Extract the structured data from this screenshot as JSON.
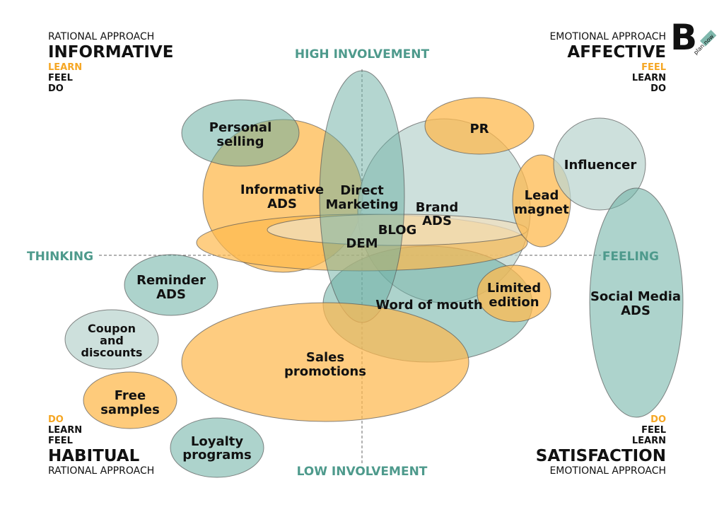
{
  "corners": {
    "top_left": {
      "approach": "RATIONAL APPROACH",
      "title": "INFORMATIVE",
      "steps": [
        "LEARN",
        "FEEL",
        "DO"
      ]
    },
    "top_right": {
      "approach": "EMOTIONAL APPROACH",
      "title": "AFFECTIVE",
      "steps": [
        "FEEL",
        "LEARN",
        "DO"
      ]
    },
    "bottom_left": {
      "approach": "RATIONAL APPROACH",
      "title": "HABITUAL",
      "steps": [
        "DO",
        "LEARN",
        "FEEL"
      ]
    },
    "bottom_right": {
      "approach": "EMOTIONAL APPROACH",
      "title": "SATISFACTION",
      "steps": [
        "DO",
        "FEEL",
        "LEARN"
      ]
    }
  },
  "axes": {
    "top": "HIGH INVOLVEMENT",
    "bottom": "LOW INVOLVEMENT",
    "left": "THINKING",
    "right": "FEELING"
  },
  "logo": {
    "letter": "B",
    "text": "plan now"
  },
  "bubbles": {
    "personal_selling": [
      "Personal",
      "selling"
    ],
    "informative_ads": [
      "Informative",
      "ADS"
    ],
    "direct_marketing": [
      "Direct",
      "Marketing"
    ],
    "brand_ads": [
      "Brand",
      "ADS"
    ],
    "pr": [
      "PR"
    ],
    "lead_magnet": [
      "Lead",
      "magnet"
    ],
    "influencer": [
      "Influencer"
    ],
    "blog": [
      "BLOG"
    ],
    "dem": [
      "DEM"
    ],
    "social_media": [
      "Social Media",
      "ADS"
    ],
    "limited_edition": [
      "Limited",
      "edition"
    ],
    "word_of_mouth": [
      "Word of mouth"
    ],
    "reminder_ads": [
      "Reminder",
      "ADS"
    ],
    "coupon": [
      "Coupon",
      "and",
      "discounts"
    ],
    "sales_promotions": [
      "Sales",
      "promotions"
    ],
    "free_samples": [
      "Free",
      "samples"
    ],
    "loyalty": [
      "Loyalty",
      "programs"
    ]
  },
  "colors": {
    "orange": "#fdb94f",
    "teal": "#6aaea2",
    "grey": "#bcd5d0",
    "accent": "#f5a623",
    "axis": "#4e9a8c"
  }
}
